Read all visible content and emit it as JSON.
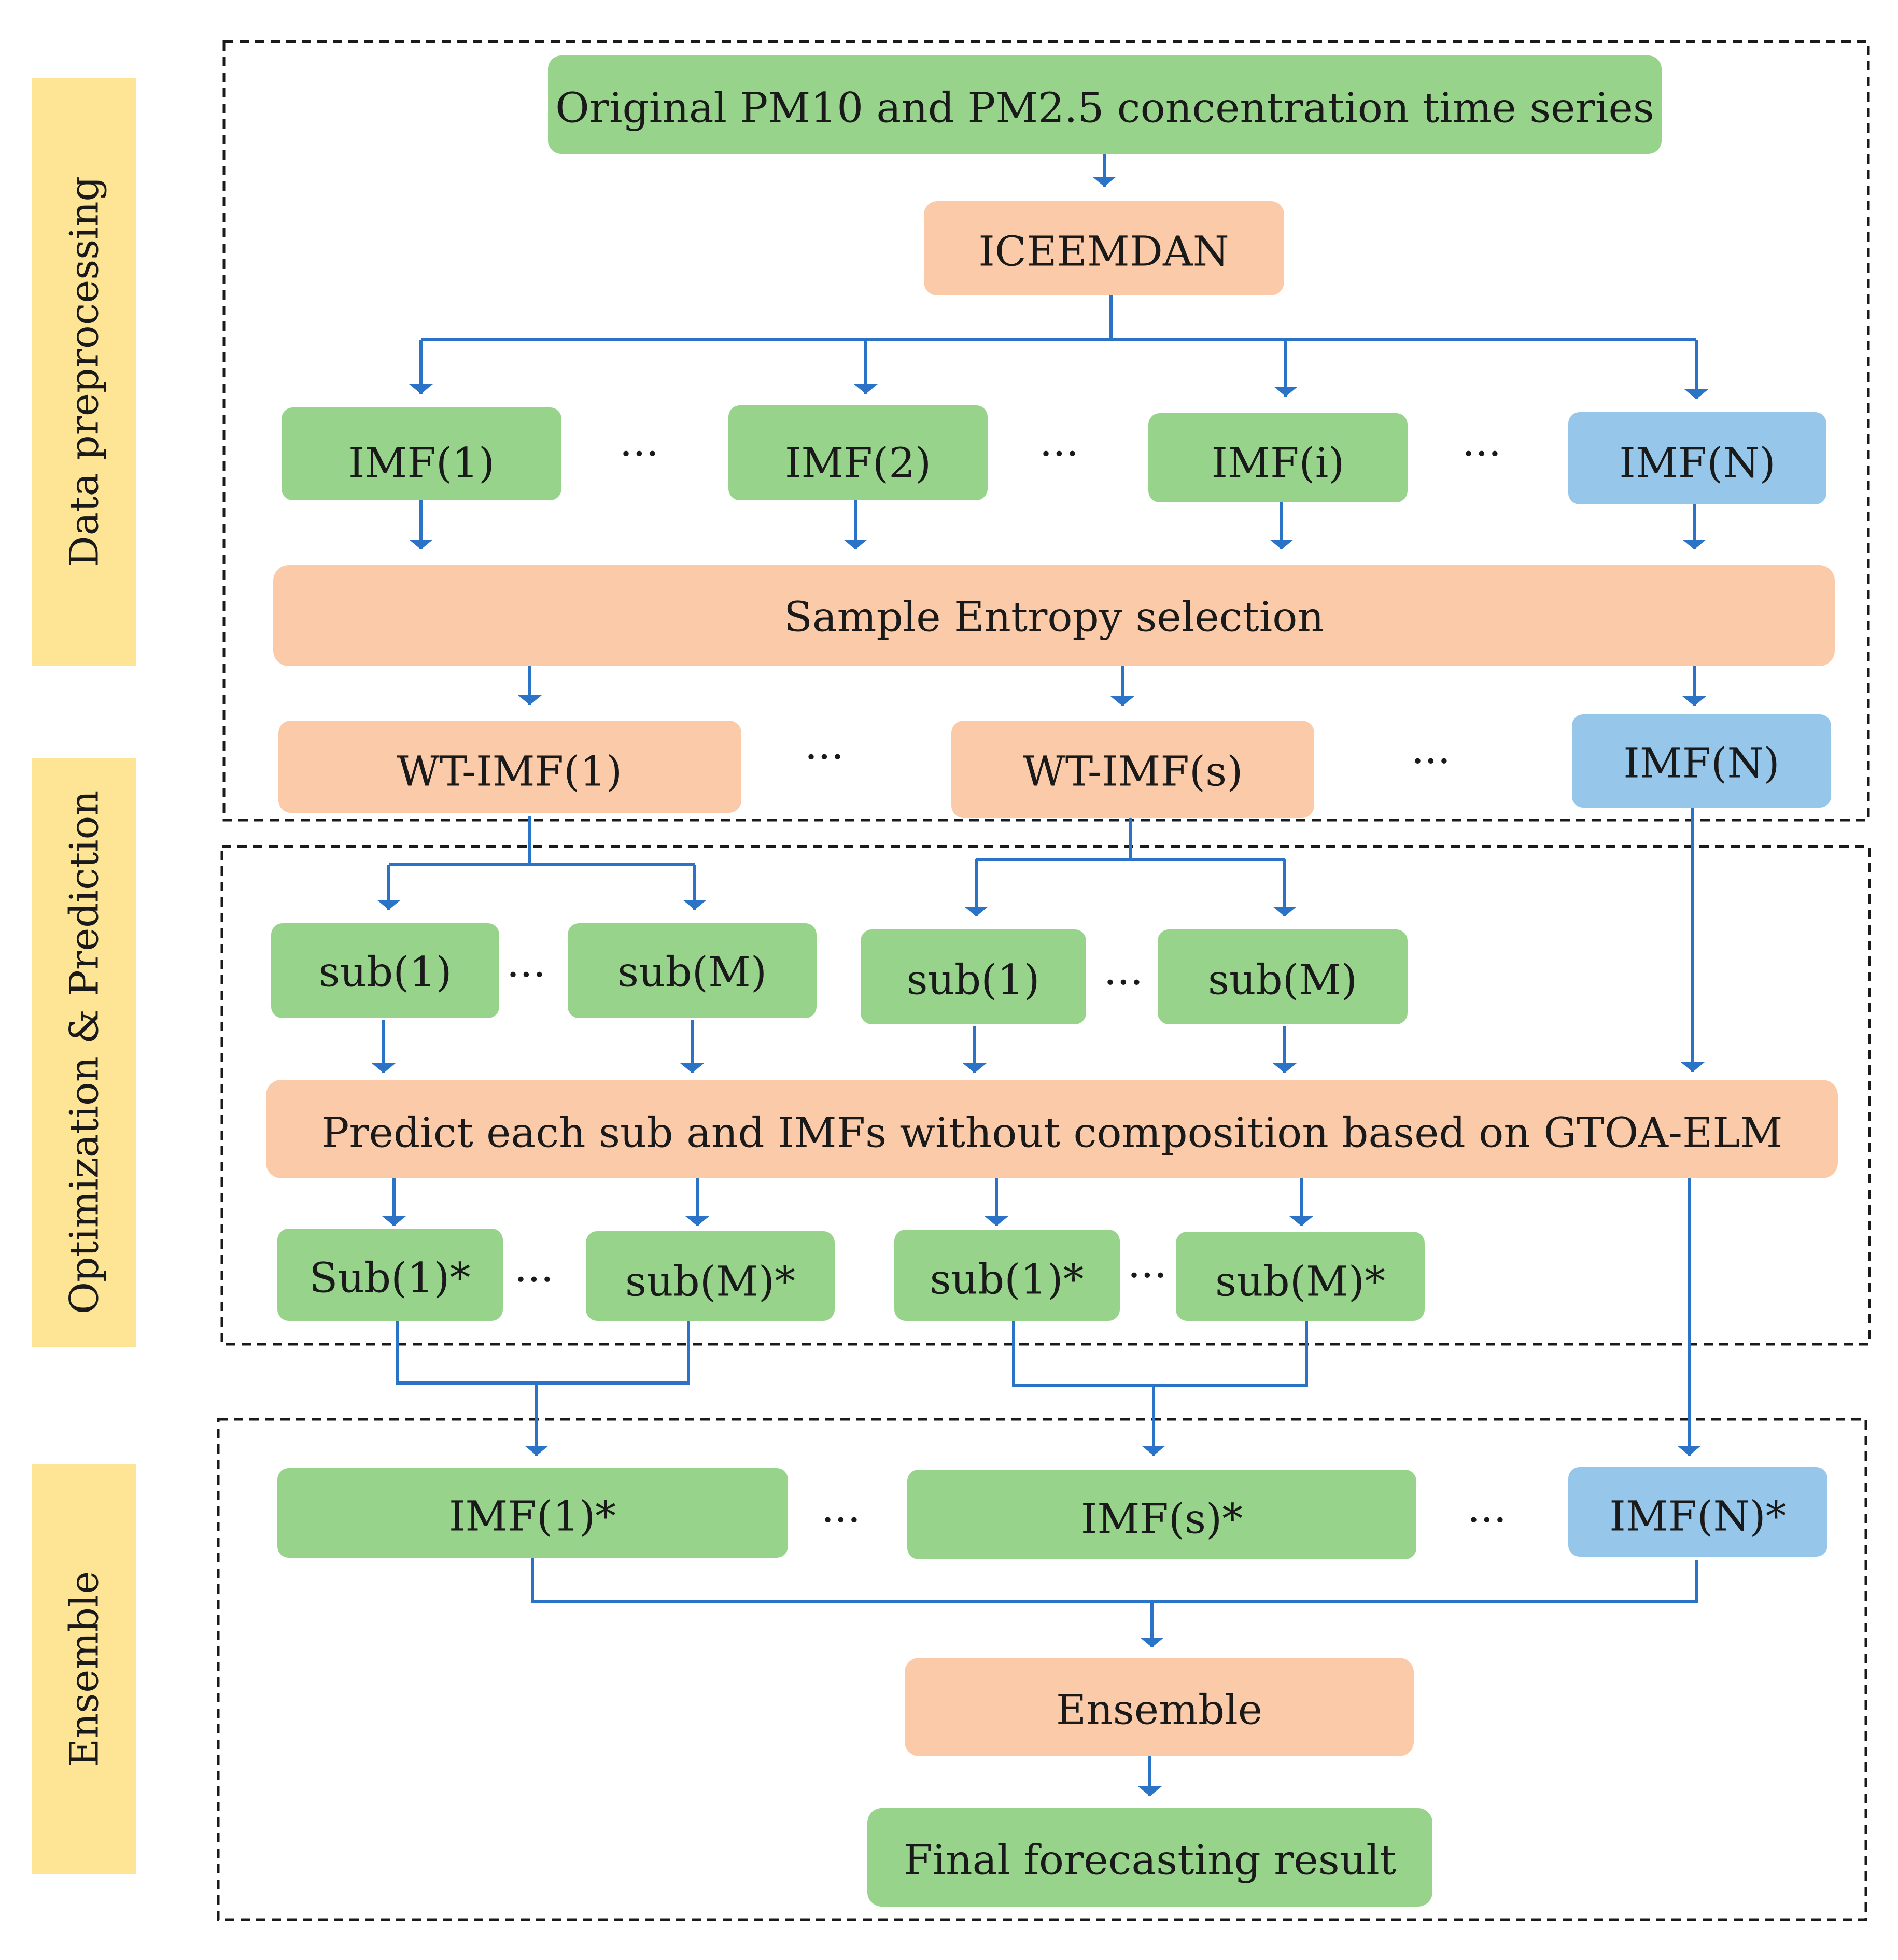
{
  "colors": {
    "green": "#98d38b",
    "orange": "#fbcaa8",
    "blue": "#96c7ea",
    "yellow": "#fde595",
    "arrow": "#2a73c7",
    "dash": "#1a1a1a",
    "text": "#1a1a1a"
  },
  "sections": {
    "data_preprocessing": "Data preprocessing",
    "optimization_prediction": "Optimization & Prediction",
    "ensemble": "Ensemble"
  },
  "nodes": {
    "original": "Original PM10 and PM2.5 concentration time series",
    "iceemdan": "ICEEMDAN",
    "imf1": "IMF(1)",
    "imf2": "IMF(2)",
    "imfi": "IMF(i)",
    "imfn": "IMF(N)",
    "sample_entropy": "Sample Entropy selection",
    "wt_imf1": "WT-IMF(1)",
    "wt_imfs": "WT-IMF(s)",
    "imfn_2": "IMF(N)",
    "sub1_a": "sub(1)",
    "subm_a": "sub(M)",
    "sub1_b": "sub(1)",
    "subm_b": "sub(M)",
    "predict": "Predict each sub and IMFs without composition based on GTOA-ELM",
    "sub1_star_a": "Sub(1)*",
    "subm_star_a": "sub(M)*",
    "sub1_star_b": "sub(1)*",
    "subm_star_b": "sub(M)*",
    "imf1_star": "IMF(1)*",
    "imfs_star": "IMF(s)*",
    "imfn_star": "IMF(N)*",
    "ensemble": "Ensemble",
    "final": "Final forecasting result"
  },
  "ellipsis": "···"
}
